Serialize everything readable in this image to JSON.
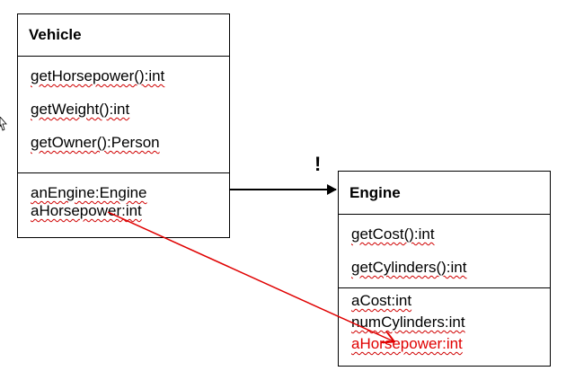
{
  "vehicle": {
    "name": "Vehicle",
    "methods": [
      "getHorsepower():int",
      "getWeight():int",
      "getOwner():Person"
    ],
    "fields": [
      "anEngine:Engine",
      "aHorsepower:int"
    ]
  },
  "engine": {
    "name": "Engine",
    "methods": [
      "getCost():int",
      "getCylinders():int"
    ],
    "fields": [
      "aCost:int",
      "numCylinders:int",
      "aHorsepower:int"
    ]
  },
  "association_mark": "!",
  "colors": {
    "line": "#000000",
    "highlight": "#e00000",
    "spellcheck": "#d00000"
  }
}
